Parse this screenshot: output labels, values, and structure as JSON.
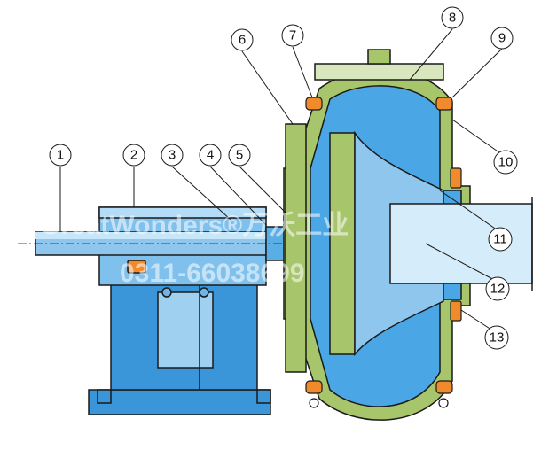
{
  "diagram": {
    "colors": {
      "bearing_blue": "#3a96d8",
      "bearing_light": "#8fc8ee",
      "casing_green": "#a7c56a",
      "liner_blue": "#4aa6e4",
      "gasket_orange": "#f08a2a",
      "outline": "#1a1a1a",
      "background": "#ffffff"
    },
    "callouts": [
      {
        "id": "1",
        "label": "1"
      },
      {
        "id": "2",
        "label": "2"
      },
      {
        "id": "3",
        "label": "3"
      },
      {
        "id": "4",
        "label": "4"
      },
      {
        "id": "5",
        "label": "5"
      },
      {
        "id": "6",
        "label": "6"
      },
      {
        "id": "7",
        "label": "7"
      },
      {
        "id": "8",
        "label": "8"
      },
      {
        "id": "9",
        "label": "9"
      },
      {
        "id": "10",
        "label": "10"
      },
      {
        "id": "11",
        "label": "11"
      },
      {
        "id": "12",
        "label": "12"
      },
      {
        "id": "13",
        "label": "13"
      }
    ],
    "watermark": {
      "line1": "GreatWonders®万沃工业",
      "line2": "0311-66038699"
    }
  }
}
